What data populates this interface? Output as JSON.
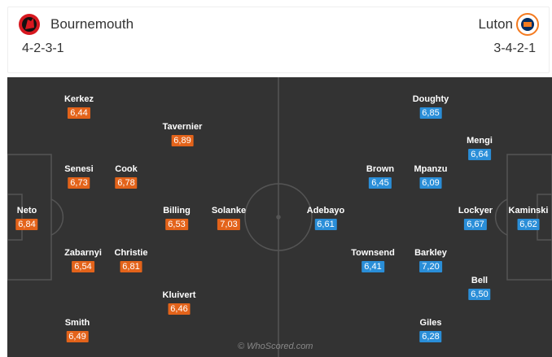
{
  "home": {
    "name": "Bournemouth",
    "formation": "4-2-3-1",
    "colors": {
      "rating_bg": "#e3631a"
    },
    "players": [
      {
        "name": "Neto",
        "rating": "6,84"
      },
      {
        "name": "Kerkez",
        "rating": "6,44"
      },
      {
        "name": "Senesi",
        "rating": "6,73"
      },
      {
        "name": "Zabarnyi",
        "rating": "6,54"
      },
      {
        "name": "Smith",
        "rating": "6,49"
      },
      {
        "name": "Cook",
        "rating": "6,78"
      },
      {
        "name": "Christie",
        "rating": "6,81"
      },
      {
        "name": "Tavernier",
        "rating": "6,89"
      },
      {
        "name": "Billing",
        "rating": "6,53"
      },
      {
        "name": "Kluivert",
        "rating": "6,46"
      },
      {
        "name": "Solanke",
        "rating": "7,03"
      }
    ]
  },
  "away": {
    "name": "Luton",
    "formation": "3-4-2-1",
    "colors": {
      "rating_bg": "#2a8ed8"
    },
    "players": [
      {
        "name": "Kaminski",
        "rating": "6,62"
      },
      {
        "name": "Lockyer",
        "rating": "6,67"
      },
      {
        "name": "Mengi",
        "rating": "6,64"
      },
      {
        "name": "Bell",
        "rating": "6,50"
      },
      {
        "name": "Doughty",
        "rating": "6,85"
      },
      {
        "name": "Mpanzu",
        "rating": "6,09"
      },
      {
        "name": "Barkley",
        "rating": "7,20"
      },
      {
        "name": "Giles",
        "rating": "6,28"
      },
      {
        "name": "Brown",
        "rating": "6,45"
      },
      {
        "name": "Townsend",
        "rating": "6,41"
      },
      {
        "name": "Adebayo",
        "rating": "6,61"
      }
    ]
  },
  "watermark": "© WhoScored.com",
  "crest_icons": {
    "home": "bournemouth-crest-icon",
    "away": "luton-crest-icon"
  }
}
